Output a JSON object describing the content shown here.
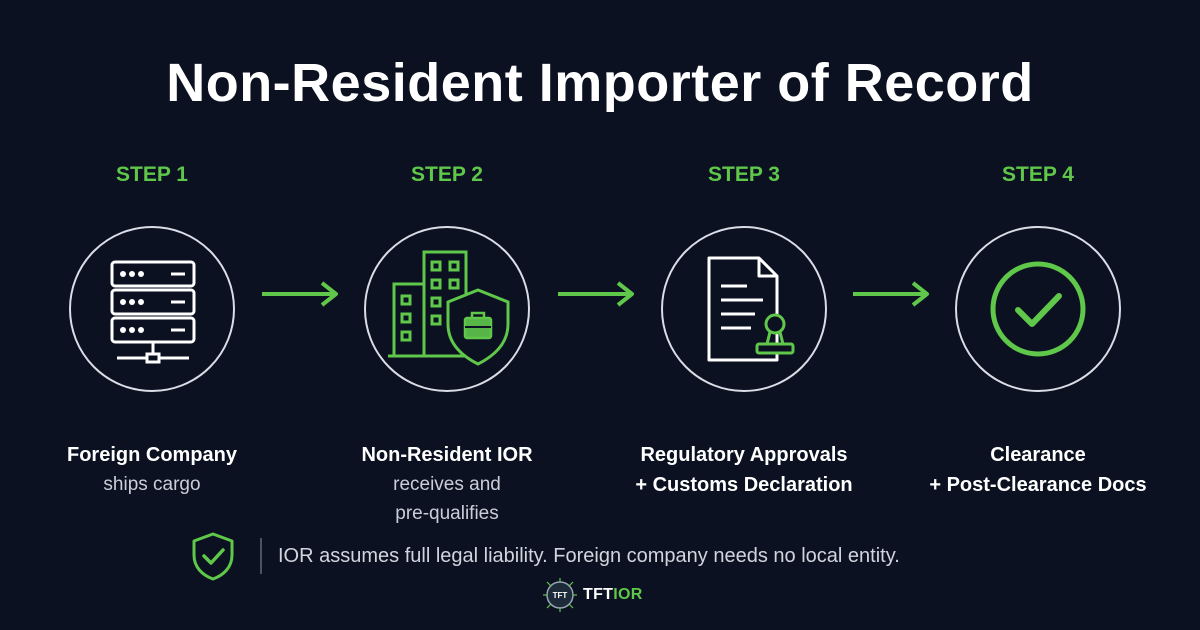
{
  "title": "Non-Resident Importer of Record",
  "accent_color": "#5fc74a",
  "steps": [
    {
      "label": "STEP 1",
      "icon": "server-icon",
      "title": "Foreign Company",
      "sub": [
        "ships cargo"
      ]
    },
    {
      "label": "STEP 2",
      "icon": "building-shield-icon",
      "title": "Non-Resident IOR",
      "sub": [
        "receives and",
        "pre-qualifies"
      ]
    },
    {
      "label": "STEP 3",
      "icon": "document-stamp-icon",
      "title": "Regulatory Approvals",
      "title2": "+ Customs Declaration",
      "sub": []
    },
    {
      "label": "STEP 4",
      "icon": "check-circle-icon",
      "title": "Clearance",
      "title2": "+ Post-Clearance Docs",
      "sub": []
    }
  ],
  "footer": {
    "icon": "shield-check-icon",
    "text": "IOR assumes full legal liability. Foreign company needs no local entity."
  },
  "logo": {
    "badge": "TFT",
    "part1": "TFT",
    "part2": "IOR"
  }
}
